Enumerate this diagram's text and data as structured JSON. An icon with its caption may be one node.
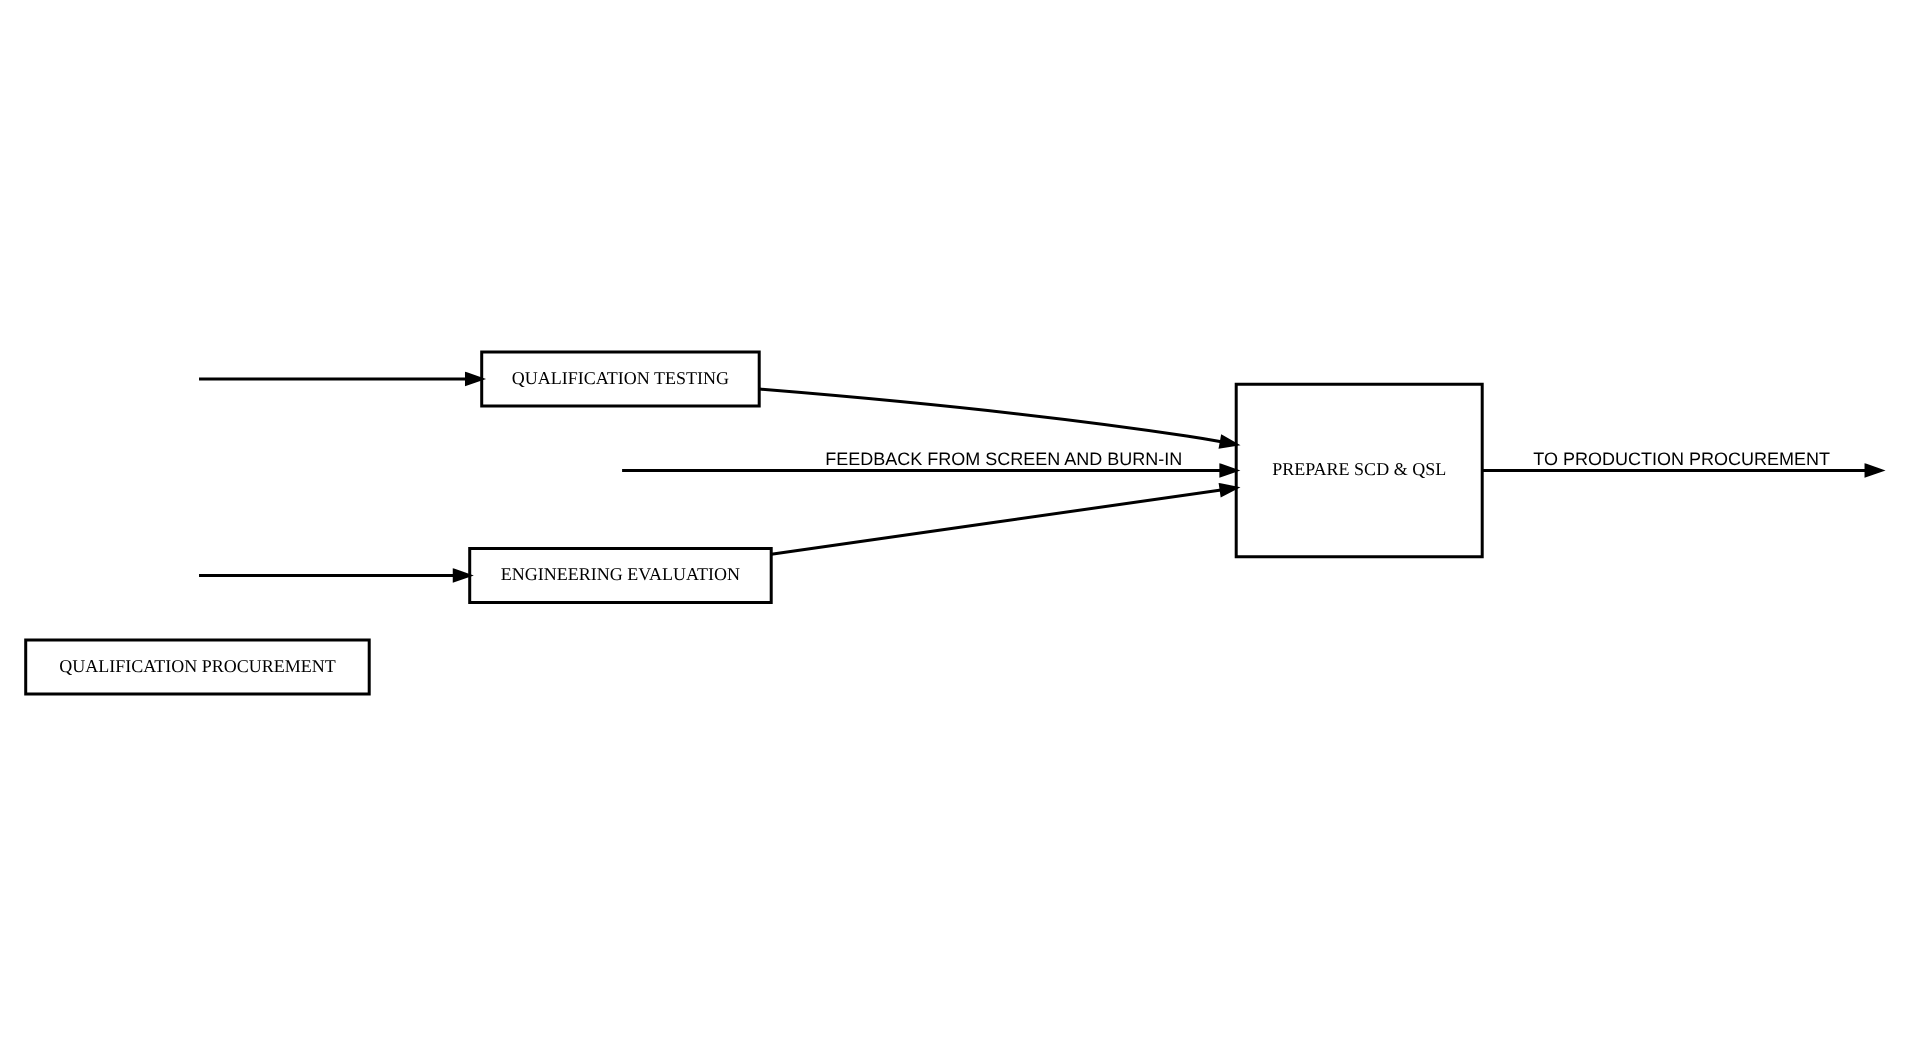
{
  "diagram": {
    "nodes": [
      {
        "text": [
          "QUALIFICATION PROCUREMENT"
        ]
      },
      {
        "text": [
          "ENGINEERING EVALUATION"
        ]
      },
      {
        "text": [
          "QUALIFICATION TESTING"
        ]
      },
      {
        "text": [
          "PREPARE SCD & QSL"
        ]
      }
    ],
    "edges": [
      {
        "from": null,
        "to": 1,
        "arrow": "to"
      },
      {
        "from": null,
        "to": 2,
        "arrow": "to"
      },
      {
        "from": 1,
        "to": 3,
        "arrow": "to"
      },
      {
        "from": 2,
        "to": 3,
        "arrow": "to"
      },
      {
        "from": null,
        "to": 3,
        "arrow": "to",
        "label": "FEEDBACK FROM SCREEN AND BURN-IN"
      },
      {
        "from": 3,
        "to": null,
        "arrow": "to",
        "label": "TO PRODUCTION PROCUREMENT"
      }
    ]
  }
}
